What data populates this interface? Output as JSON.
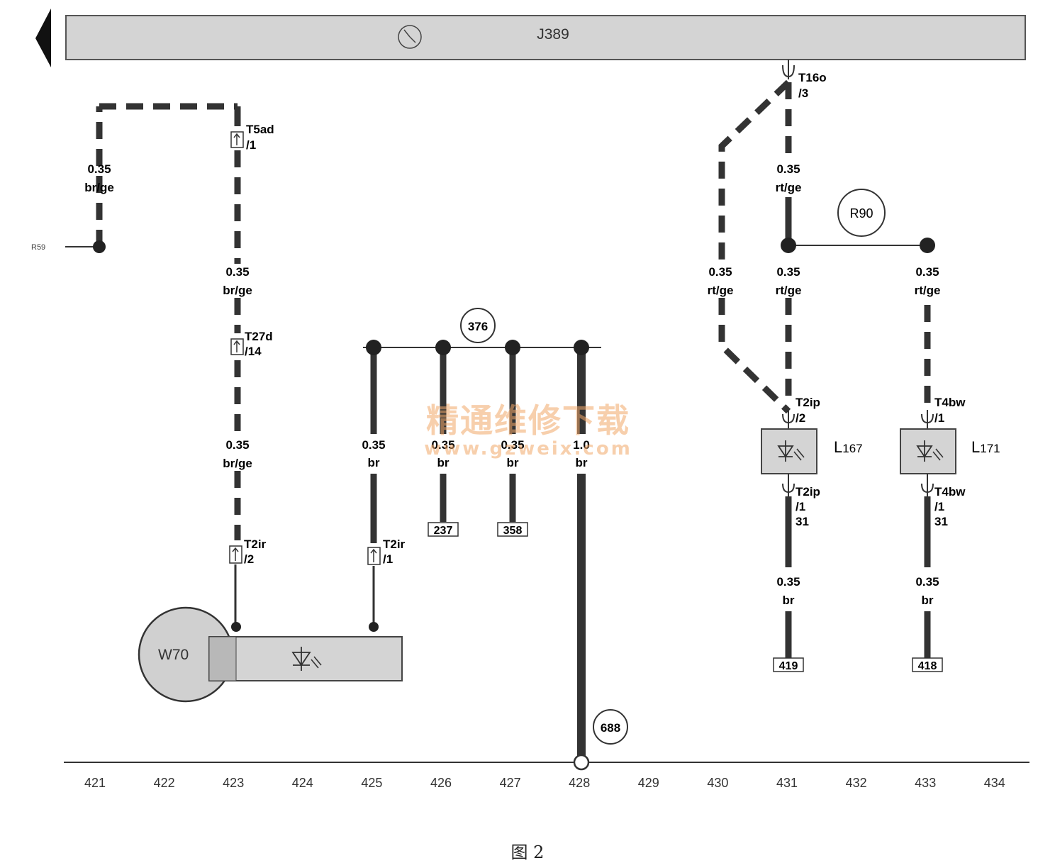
{
  "control_unit": {
    "label": "J389"
  },
  "reference_circles": {
    "c376": "376",
    "c688": "688",
    "r90": "R90"
  },
  "far_left_ref": "R59",
  "connectors": {
    "t5ad_name": "T5ad",
    "t5ad_pin": "/1",
    "t27d_name": "T27d",
    "t27d_pin": "/14",
    "t2ir_name": "T2ir",
    "t2ir_pin2": "/2",
    "t2ir_pin1": "/1",
    "t16o_name": "T16o",
    "t16o_pin": "/3",
    "t2ip_name": "T2ip",
    "t2ip_pin2": "/2",
    "t2ip_pin1": "/1",
    "t4bw_name": "T4bw",
    "t4bw_pin1": "/1",
    "pin31": "31"
  },
  "wires": {
    "size_035": "0.35",
    "size_10": "1.0",
    "brge": "br/ge",
    "br": "br",
    "rtge": "rt/ge"
  },
  "components": {
    "w70": "W70",
    "l167_prefix": "L",
    "l167_sub": "167",
    "l171_prefix": "L",
    "l171_sub": "171"
  },
  "ref_boxes": {
    "b237": "237",
    "b358": "358",
    "b419": "419",
    "b418": "418"
  },
  "bottom_scale": [
    "421",
    "422",
    "423",
    "424",
    "425",
    "426",
    "427",
    "428",
    "429",
    "430",
    "431",
    "432",
    "433",
    "434"
  ],
  "watermark": {
    "text_cn": "精通维修下载",
    "text_url": "www.gzweix.com"
  },
  "caption": "图 2",
  "colors": {
    "panel": "#d4d4d4",
    "wire": "#333333",
    "dash_light": "#e0e0e0"
  },
  "icons": [
    "arrow-left-icon",
    "clock-icon",
    "led-icon",
    "ground-icon"
  ]
}
